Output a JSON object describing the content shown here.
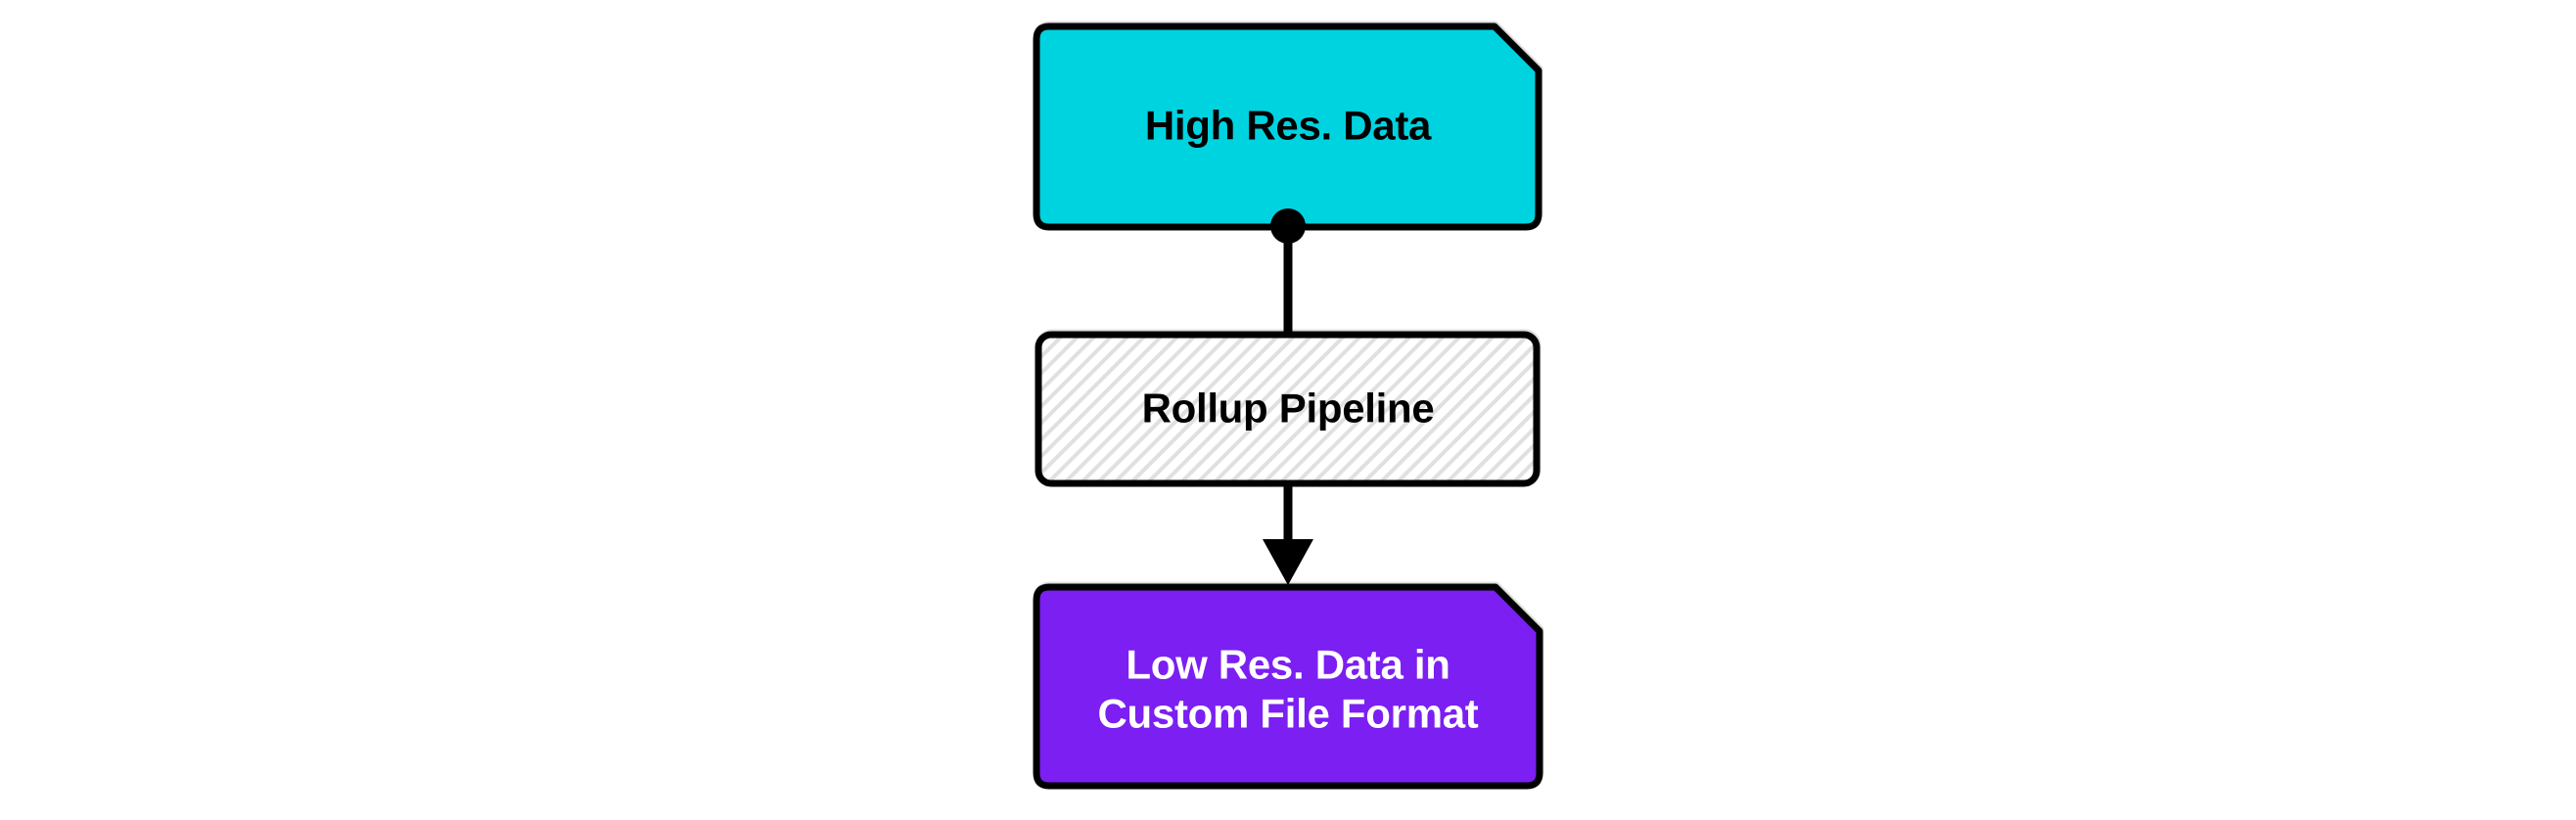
{
  "diagram": {
    "type": "flowchart",
    "direction": "top-down",
    "background": "#ffffff",
    "colors": {
      "border": "#000000",
      "edge": "#000000",
      "cyan_fill": "#00d3e0",
      "purple_fill": "#7b1ff2",
      "hatch_stripe": "#e0e0e0",
      "hatch_background": "#ffffff"
    },
    "nodes": [
      {
        "id": "high-res-data",
        "label": "High Res. Data",
        "shape": "card-notched-corner",
        "fill": "#00d3e0",
        "text_color": "#000000"
      },
      {
        "id": "rollup-pipeline",
        "label": "Rollup Pipeline",
        "shape": "rectangle-diagonal-hatch",
        "fill_pattern": "diagonal-hatch",
        "text_color": "#000000"
      },
      {
        "id": "low-res-data",
        "label": "Low Res. Data in Custom File Format",
        "lines": [
          "Low Res. Data in",
          "Custom File Format"
        ],
        "shape": "card-notched-corner",
        "fill": "#7b1ff2",
        "text_color": "#ffffff"
      }
    ],
    "edges": [
      {
        "from": "high-res-data",
        "to": "rollup-pipeline",
        "start_marker": "filled-circle",
        "end_marker": "none"
      },
      {
        "from": "rollup-pipeline",
        "to": "low-res-data",
        "start_marker": "none",
        "end_marker": "filled-arrowhead"
      }
    ]
  }
}
